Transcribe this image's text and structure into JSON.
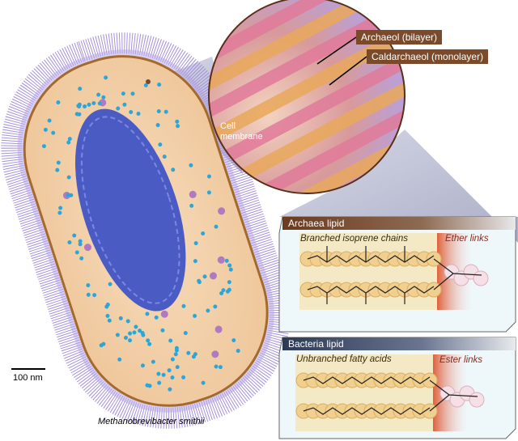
{
  "figure": {
    "species_name": "Methanobrevibacter smithii",
    "scale_bar_label": "100 nm",
    "zoom_labels": {
      "archaeol": "Archaeol (bilayer)",
      "caldarchaeol": "Caldarchaeol (monolayer)",
      "cell_membrane_line1": "Cell",
      "cell_membrane_line2": "membrane"
    },
    "archaea_panel": {
      "title": "Archaea lipid",
      "chains_label": "Branched isoprene chains",
      "links_label": "Ether links"
    },
    "bacteria_panel": {
      "title": "Bacteria lipid",
      "chains_label": "Unbranched fatty acids",
      "links_label": "Ester links"
    },
    "colors": {
      "label_brown": "#7a4a2a",
      "archaea_header": "#6b3a1f",
      "bacteria_header": "#2c3a56",
      "cytoplasm": "#f2cfa6",
      "nucleoid": "#4b5bc4",
      "fuzz": "#9b86d6"
    }
  }
}
